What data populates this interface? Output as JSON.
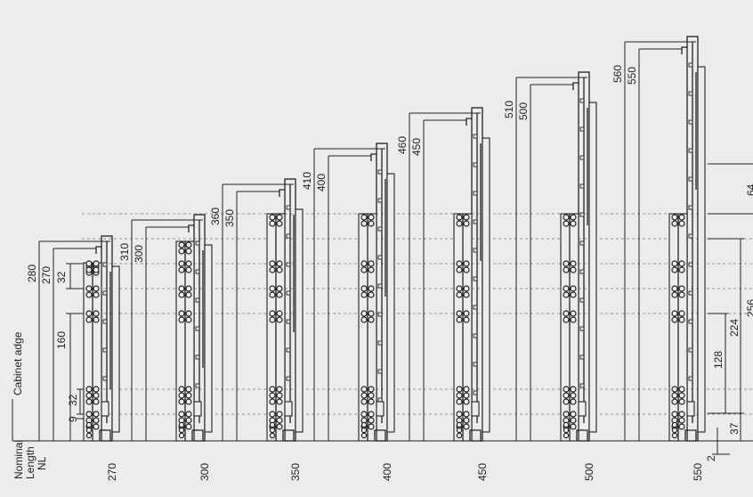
{
  "labels": {
    "cabinet_edge": "Cabinet adge",
    "nominal": "Nominal",
    "length": "Length",
    "nl": "NL"
  },
  "slides": [
    {
      "nl": "270",
      "outer": "280",
      "inner": "270"
    },
    {
      "nl": "300",
      "outer": "310",
      "inner": "300"
    },
    {
      "nl": "350",
      "outer": "360",
      "inner": "350"
    },
    {
      "nl": "400",
      "outer": "410",
      "inner": "400"
    },
    {
      "nl": "450",
      "outer": "460",
      "inner": "450"
    },
    {
      "nl": "500",
      "outer": "510",
      "inner": "500"
    },
    {
      "nl": "550",
      "outer": "560",
      "inner": "550"
    }
  ],
  "left_dims": [
    "160",
    "32",
    "32",
    "9"
  ],
  "right_dims": [
    "64",
    "256",
    "224",
    "128",
    "37",
    "2"
  ]
}
